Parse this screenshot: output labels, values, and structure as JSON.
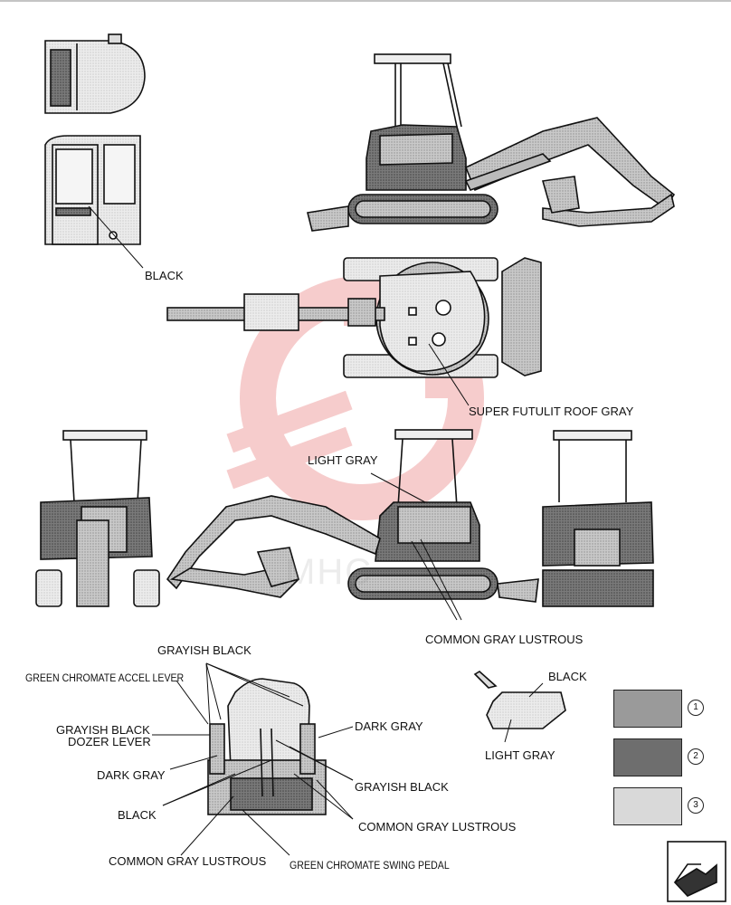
{
  "labels": {
    "black_cab": "BLACK",
    "super_futulit": "SUPER FUTULIT ROOF GRAY",
    "light_gray_canopy": "LIGHT GRAY",
    "common_gray_lustrous_main": "COMMON GRAY LUSTROUS",
    "grayish_black_top": "GRAYISH BLACK",
    "green_chromate_accel": "GREEN CHROMATE ACCEL LEVER",
    "grayish_black_dozer_1": "GRAYISH BLACK",
    "grayish_black_dozer_2": "DOZER LEVER",
    "dark_gray_left": "DARK GRAY",
    "black_seat": "BLACK",
    "common_gray_lustrous_seat_left": "COMMON GRAY LUSTROUS",
    "green_chromate_swing": "GREEN CHROMATE SWING PEDAL",
    "dark_gray_right": "DARK GRAY",
    "grayish_black_right": "GRAYISH BLACK",
    "common_gray_lustrous_seat_right": "COMMON GRAY LUSTROUS",
    "black_tank": "BLACK",
    "light_gray_tank": "LIGHT GRAY"
  },
  "legend": [
    {
      "number": "1",
      "color": "#9a9a9a"
    },
    {
      "number": "2",
      "color": "#6e6e6e"
    },
    {
      "number": "3",
      "color": "#d9d9d9"
    }
  ],
  "watermark": "MHC"
}
